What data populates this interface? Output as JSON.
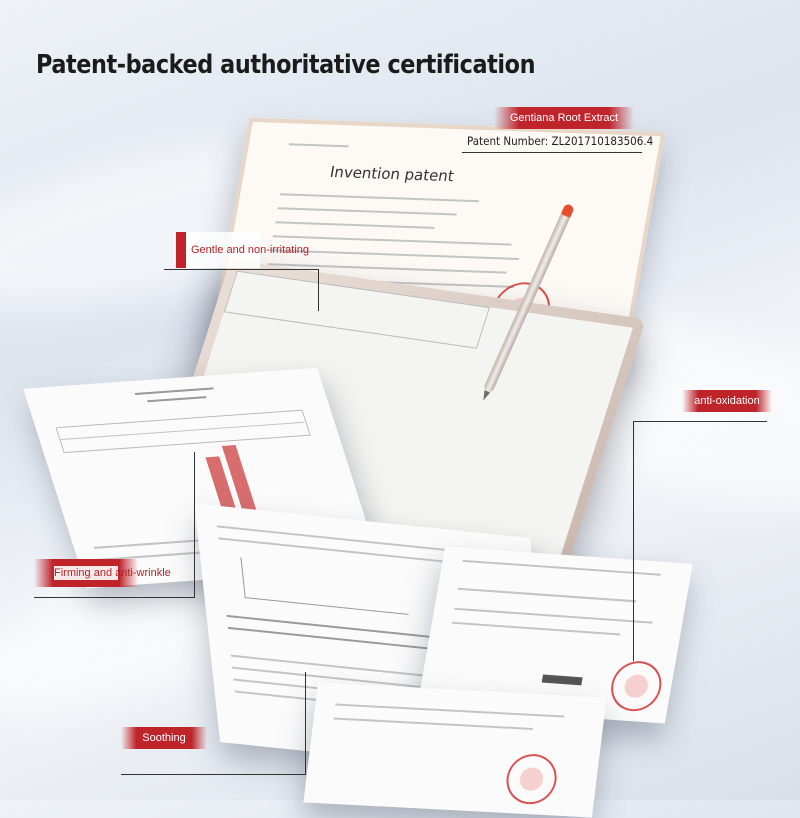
{
  "headline": "Patent-backed authoritative certification",
  "patent": {
    "label": "Gentiana Root Extract",
    "number": "Patent Number: ZL201710183506.4",
    "doc_title": "Invention patent"
  },
  "tags": {
    "gentle": "Gentle and non-irritating",
    "anti_oxidation": "anti-oxidation",
    "firming": "Firming and anti-wrinkle",
    "soothing": "Soothing"
  },
  "colors": {
    "accent_red": "#c0242b",
    "background": "#e6ebf2"
  }
}
